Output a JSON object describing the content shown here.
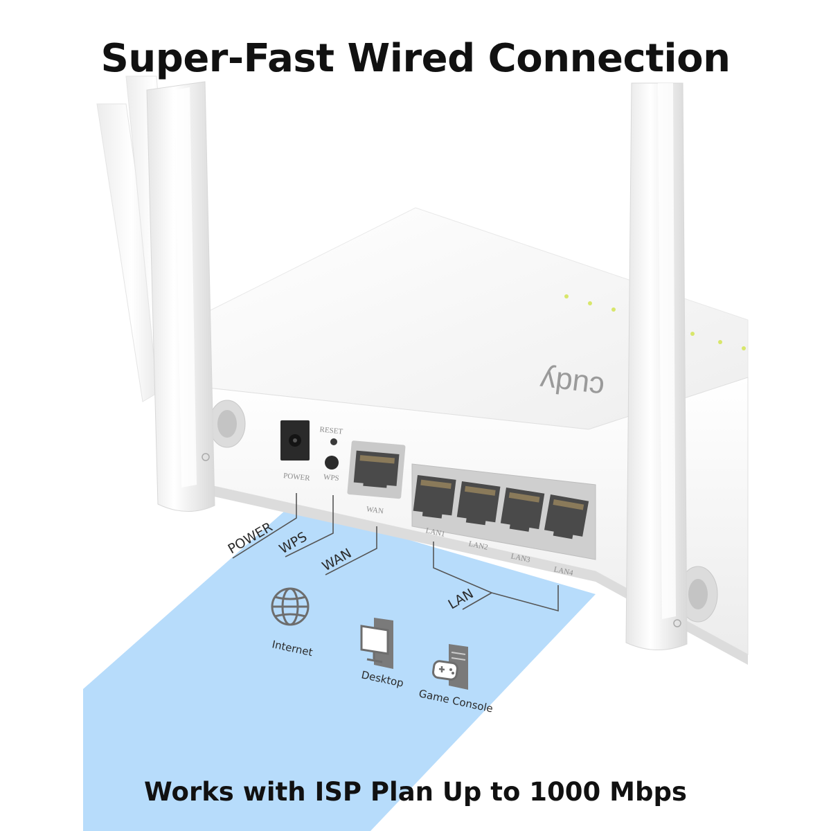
{
  "headline": "Super-Fast Wired Connection",
  "tagline": "Works with ISP Plan Up to 1000 Mbps",
  "brand": "cudy",
  "ports": {
    "reset": "RESET",
    "wps": "WPS",
    "power": "POWER",
    "wan": "WAN",
    "lan1": "LAN1",
    "lan2": "LAN2",
    "lan3": "LAN3",
    "lan4": "LAN4"
  },
  "callouts": {
    "power": "POWER",
    "wps": "WPS",
    "wan": "WAN",
    "lan": "LAN"
  },
  "devices": {
    "internet": "Internet",
    "desktop": "Desktop",
    "game_console": "Game Console"
  },
  "colors": {
    "highlight": "#b7dcfb",
    "icon_gray": "#6d6d6d",
    "router_white": "#f2f2f2"
  }
}
